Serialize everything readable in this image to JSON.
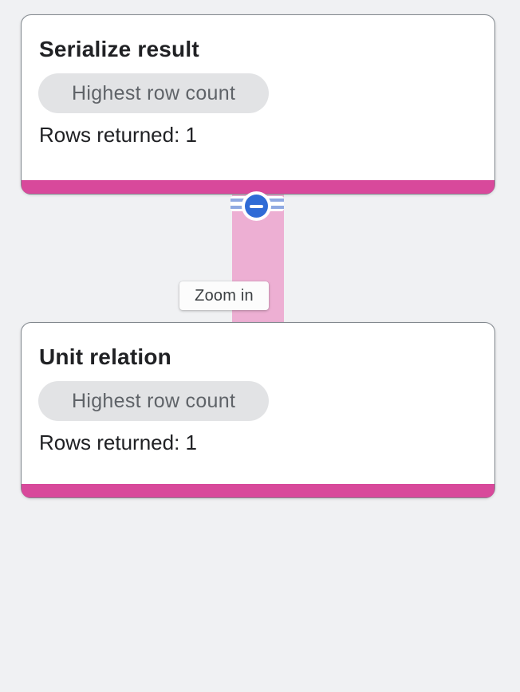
{
  "page": {
    "background_color": "#F0F1F3"
  },
  "graph": {
    "nodes": [
      {
        "title": "Serialize result",
        "badge_label": "Highest row count",
        "rows_returned": "Rows returned: 1",
        "accent_color": "#D8499B"
      },
      {
        "title": "Unit relation",
        "badge_label": "Highest row count",
        "rows_returned": "Rows returned: 1",
        "accent_color": "#D8499B"
      }
    ],
    "edge": {
      "connector_color": "#EDAFD3",
      "stripe_color": "#8FA9E2",
      "collapse_circle_color": "#2F6BD6",
      "collapse_icon": "minus-circle-icon"
    },
    "tooltip": {
      "label": "Zoom in"
    }
  }
}
